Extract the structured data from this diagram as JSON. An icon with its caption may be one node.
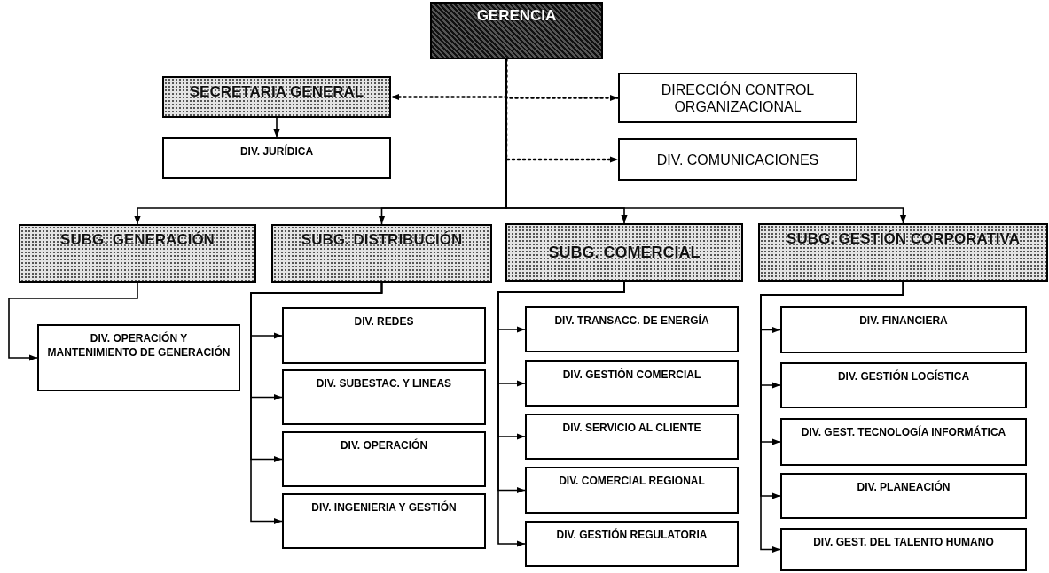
{
  "diagram": {
    "nodes": [
      {
        "text": [
          "GERENCIA"
        ]
      },
      {
        "text": [
          "SECRETARIA GENERAL"
        ]
      },
      {
        "text": [
          "DIRECCIÓN CONTROL ORGANIZACIONAL"
        ]
      },
      {
        "text": [
          "DIV. JURÍDICA"
        ]
      },
      {
        "text": [
          "DIV. COMUNICACIONES"
        ]
      },
      {
        "text": [
          "SUBG. GENERACIÓN"
        ]
      },
      {
        "text": [
          "SUBG. DISTRIBUCIÓN"
        ]
      },
      {
        "text": [
          "SUBG. COMERCIAL"
        ]
      },
      {
        "text": [
          "SUBG. GESTIÓN CORPORATIVA"
        ]
      },
      {
        "text": [
          "DIV. OPERACIÓN Y MANTENIMIENTO DE GENERACIÓN"
        ]
      },
      {
        "text": [
          "DIV. REDES"
        ]
      },
      {
        "text": [
          "DIV. SUBESTAC. Y LINEAS"
        ]
      },
      {
        "text": [
          "DIV. OPERACIÓN"
        ]
      },
      {
        "text": [
          "DIV. INGENIERIA Y GESTIÓN"
        ]
      },
      {
        "text": [
          "DIV. TRANSACC. DE ENERGÍA"
        ]
      },
      {
        "text": [
          "DIV. GESTIÓN COMERCIAL"
        ]
      },
      {
        "text": [
          "DIV. SERVICIO AL CLIENTE"
        ]
      },
      {
        "text": [
          "DIV. COMERCIAL REGIONAL"
        ]
      },
      {
        "text": [
          "DIV. GESTIÓN REGULATORIA"
        ]
      },
      {
        "text": [
          "DIV. FINANCIERA"
        ]
      },
      {
        "text": [
          "DIV. GESTIÓN LOGÍSTICA"
        ]
      },
      {
        "text": [
          "DIV. GEST. TECNOLOGÍA INFORMÁTICA"
        ]
      },
      {
        "text": [
          "DIV. PLANEACIÓN"
        ]
      },
      {
        "text": [
          "DIV. GEST. DEL TALENTO HUMANO"
        ]
      }
    ],
    "edges": [
      {
        "from": 0,
        "to": 1,
        "arrow": "to",
        "style": "dashed"
      },
      {
        "from": 0,
        "to": 2,
        "arrow": "to",
        "style": "dashed"
      },
      {
        "from": 0,
        "to": 4,
        "arrow": "to",
        "style": "dashed"
      },
      {
        "from": 1,
        "to": 3,
        "arrow": "to"
      },
      {
        "from": 0,
        "to": 5,
        "arrow": "to"
      },
      {
        "from": 0,
        "to": 6,
        "arrow": "to"
      },
      {
        "from": 0,
        "to": 7,
        "arrow": "to"
      },
      {
        "from": 0,
        "to": 8,
        "arrow": "to"
      },
      {
        "from": 5,
        "to": 9,
        "arrow": "to"
      },
      {
        "from": 6,
        "to": 10,
        "arrow": "to"
      },
      {
        "from": 6,
        "to": 11,
        "arrow": "to"
      },
      {
        "from": 6,
        "to": 12,
        "arrow": "to"
      },
      {
        "from": 6,
        "to": 13,
        "arrow": "to"
      },
      {
        "from": 7,
        "to": 14,
        "arrow": "to"
      },
      {
        "from": 7,
        "to": 15,
        "arrow": "to"
      },
      {
        "from": 7,
        "to": 16,
        "arrow": "to"
      },
      {
        "from": 7,
        "to": 17,
        "arrow": "to"
      },
      {
        "from": 7,
        "to": 18,
        "arrow": "to"
      },
      {
        "from": 8,
        "to": 19,
        "arrow": "to"
      },
      {
        "from": 8,
        "to": 20,
        "arrow": "to"
      },
      {
        "from": 8,
        "to": 21,
        "arrow": "to"
      },
      {
        "from": 8,
        "to": 22,
        "arrow": "to"
      },
      {
        "from": 8,
        "to": 23,
        "arrow": "to"
      }
    ]
  }
}
